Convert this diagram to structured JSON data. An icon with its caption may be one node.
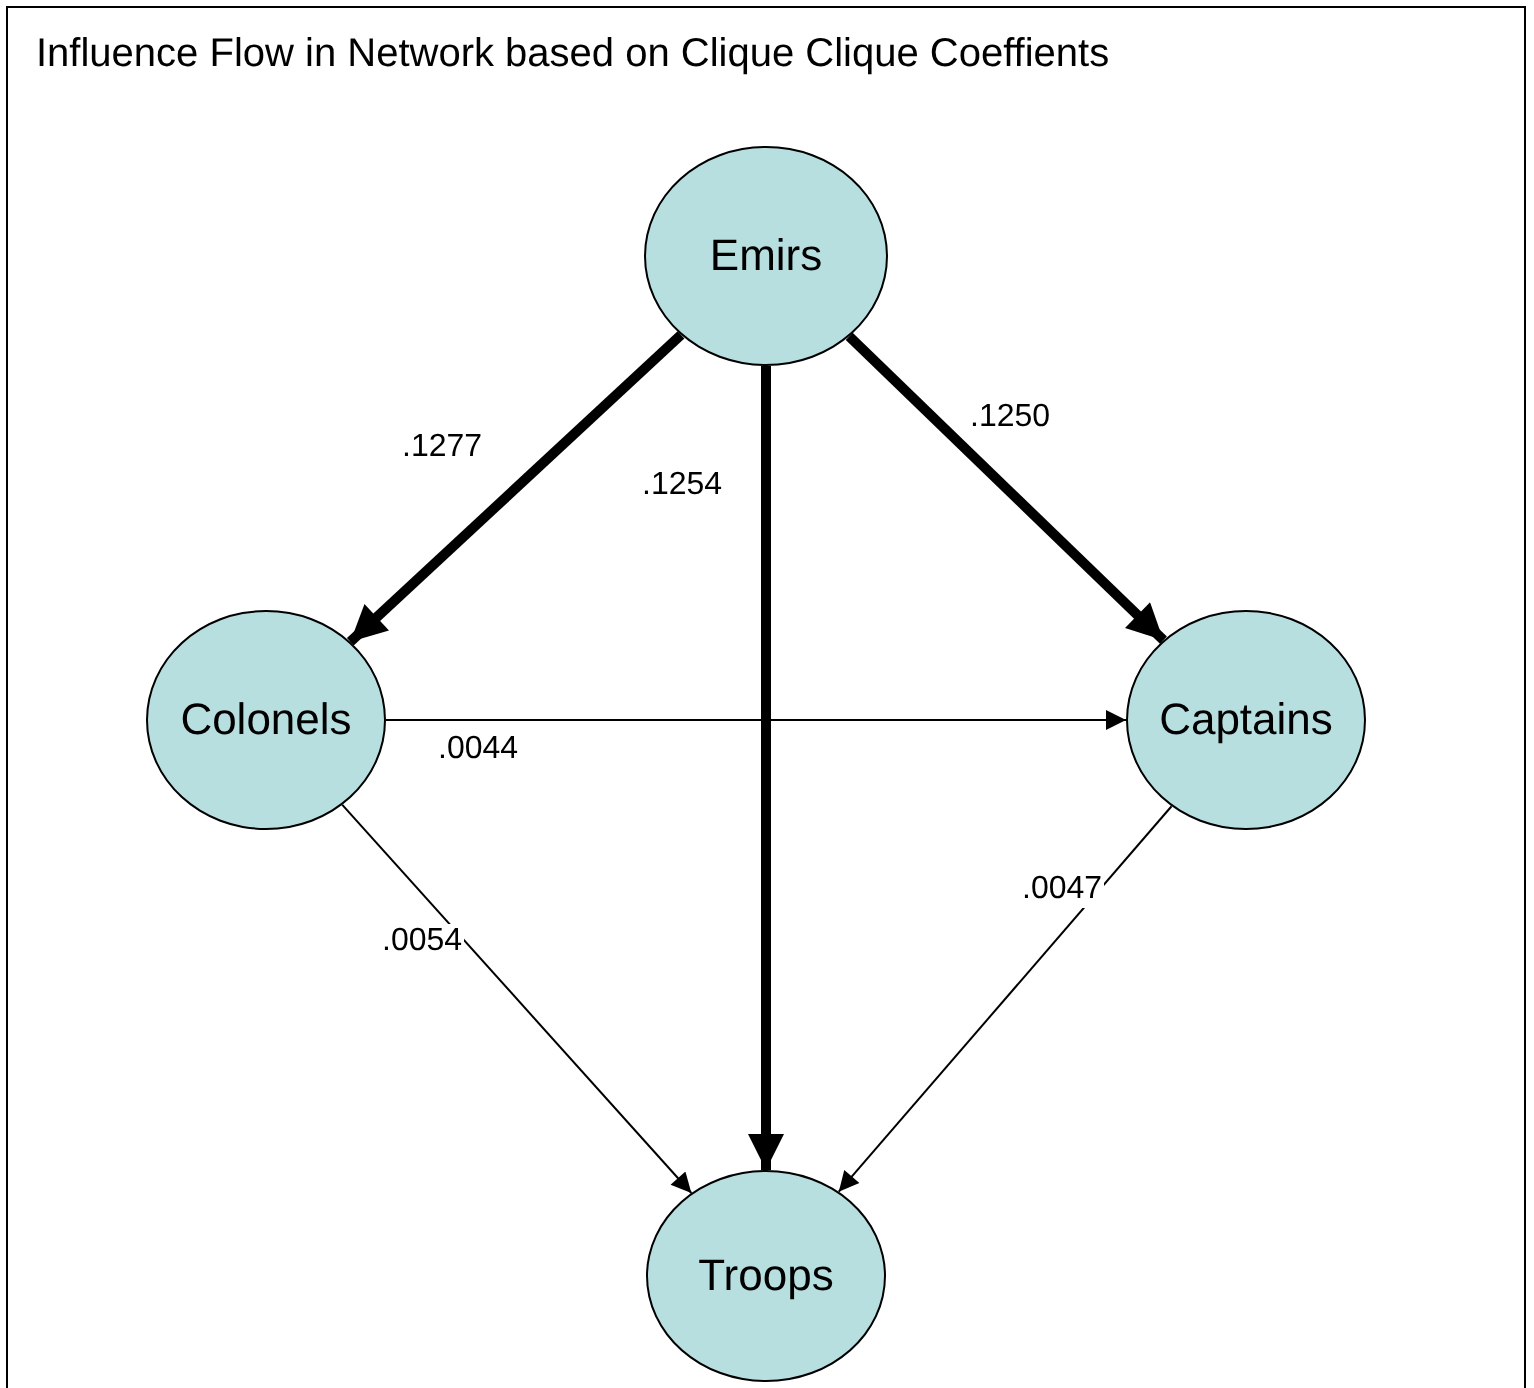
{
  "diagram": {
    "title": "Influence Flow in Network based on Clique Clique Coeffients",
    "nodes": [
      {
        "text": [
          "Emirs"
        ]
      },
      {
        "text": [
          "Colonels"
        ]
      },
      {
        "text": [
          "Captains"
        ]
      },
      {
        "text": [
          "Troops"
        ]
      }
    ],
    "edges": [
      {
        "from": 0,
        "to": 1,
        "arrow": "to",
        "label": ".1277",
        "style": "thick"
      },
      {
        "from": 0,
        "to": 3,
        "arrow": "to",
        "label": ".1254",
        "style": "thick"
      },
      {
        "from": 0,
        "to": 2,
        "arrow": "to",
        "label": ".1250",
        "style": "thick"
      },
      {
        "from": 1,
        "to": 2,
        "arrow": "to",
        "label": ".0044"
      },
      {
        "from": 1,
        "to": 3,
        "arrow": "to",
        "label": ".0054"
      },
      {
        "from": 2,
        "to": 3,
        "arrow": "to",
        "label": ".0047"
      }
    ]
  }
}
